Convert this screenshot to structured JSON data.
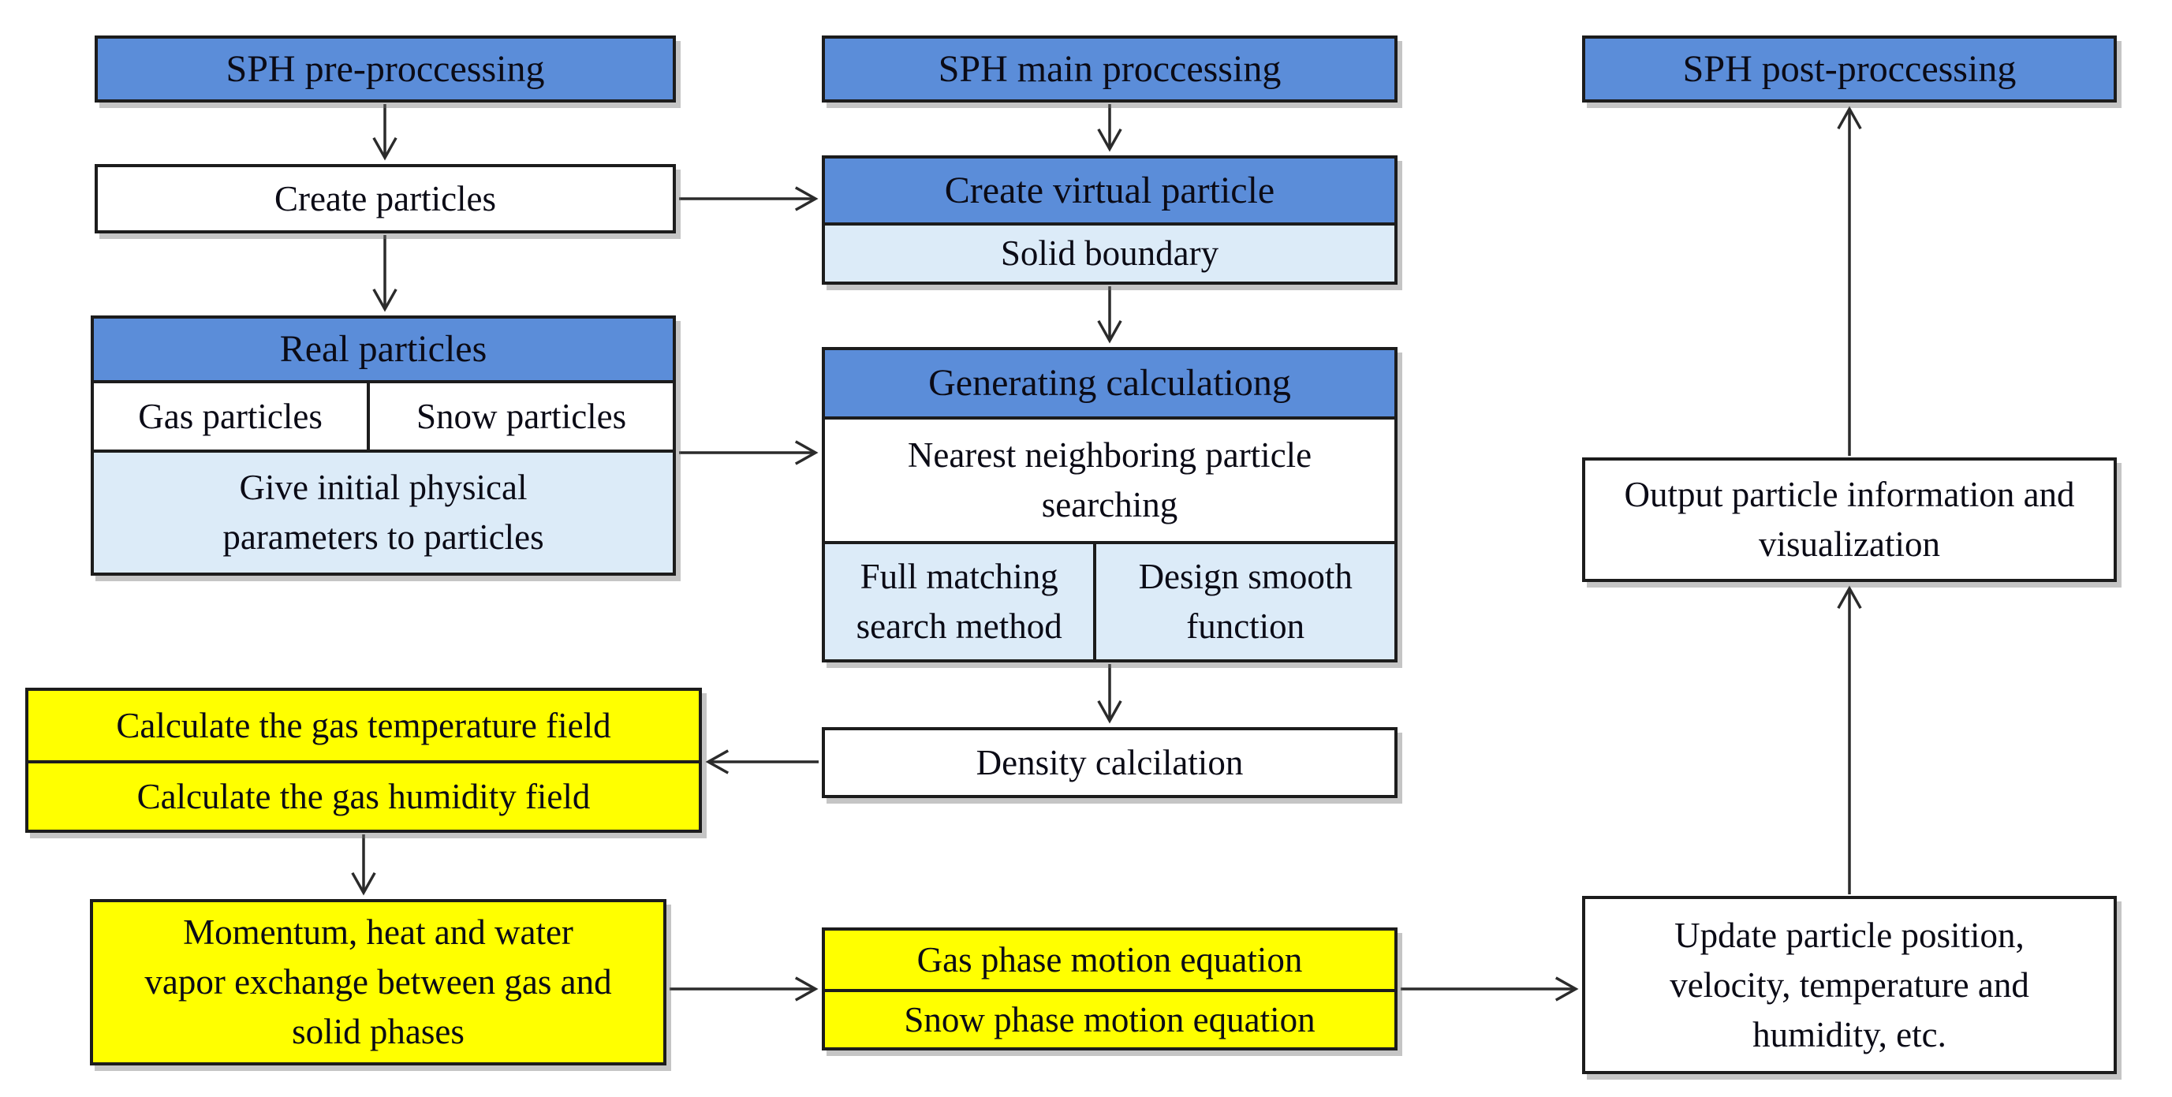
{
  "colors": {
    "header_blue": "#5b8dd9",
    "light_blue": "#dcebf8",
    "yellow": "#ffff00",
    "box_white": "#ffffff",
    "border": "#1c1c1c"
  },
  "pre": {
    "header": "SPH pre-proccessing",
    "create_particles": "Create particles",
    "real_particles": {
      "header": "Real particles",
      "gas": "Gas particles",
      "snow": "Snow particles",
      "note": "Give initial physical parameters to particles"
    },
    "temperature": "Calculate the gas temperature field",
    "humidity": "Calculate the gas humidity field",
    "momentum": "Momentum, heat and water vapor exchange between gas and solid phases"
  },
  "main": {
    "header": "SPH main proccessing",
    "create_virtual": {
      "header": "Create virtual particle",
      "boundary": "Solid boundary"
    },
    "generating": {
      "header": "Generating calculationg",
      "search": "Nearest neighboring particle searching",
      "full_matching": "Full matching search method",
      "smooth": "Design smooth function"
    },
    "density": "Density calcilation",
    "gas_equation": "Gas phase motion equation",
    "snow_equation": "Snow phase motion equation"
  },
  "post": {
    "header": "SPH post-proccessing",
    "output": "Output particle information and visualization",
    "update": "Update particle position, velocity, temperature and humidity, etc."
  }
}
